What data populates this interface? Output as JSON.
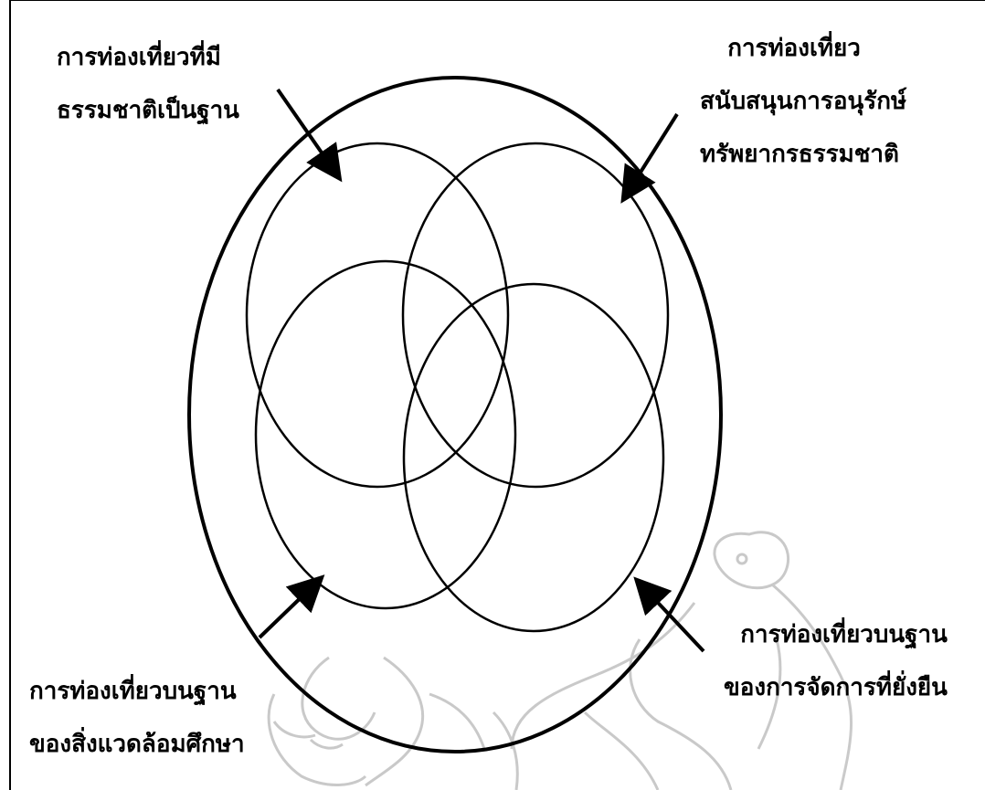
{
  "diagram": {
    "labels": {
      "top_left": [
        "การท่องเที่ยวที่มี",
        "ธรรมชาติเป็นฐาน"
      ],
      "top_right": [
        "การท่องเที่ยว",
        "สนับสนุนการอนุรักษ์",
        "ทรัพยากรธรรมชาติ"
      ],
      "bottom_left": [
        "การท่องเที่ยวบนฐาน",
        "ของสิ่งแวดล้อมศึกษา"
      ],
      "bottom_right": [
        "การท่องเที่ยวบนฐาน",
        "ของการจัดการที่ยั่งยืน"
      ]
    },
    "colors": {
      "stroke": "#000000",
      "watermark": "#b8b8b8",
      "background": "#ffffff"
    },
    "icons": [
      "arrow-icon",
      "watermark-logo"
    ]
  }
}
